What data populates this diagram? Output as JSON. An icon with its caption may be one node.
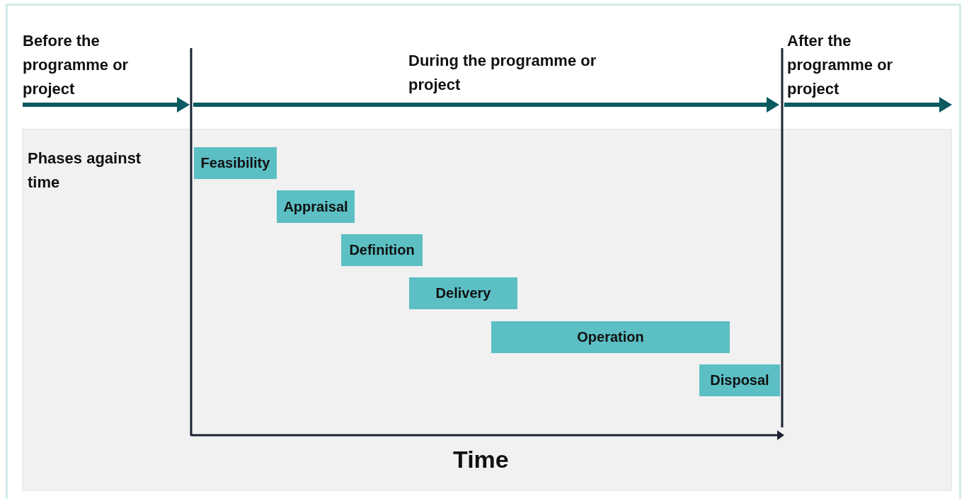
{
  "diagram": {
    "nodes": [
      {
        "text": [
          "Phases against time"
        ]
      },
      {
        "text": [
          "Feasibility"
        ],
        "in": 0
      },
      {
        "text": [
          "Appraisal"
        ],
        "in": 0
      },
      {
        "text": [
          "Definition"
        ],
        "in": 0
      },
      {
        "text": [
          "Delivery"
        ],
        "in": 0
      },
      {
        "text": [
          "Operation"
        ],
        "in": 0
      },
      {
        "text": [
          "Disposal"
        ],
        "in": 0
      }
    ],
    "labels": [
      "Before the programme or project",
      "During the programme or project",
      "After the programme or project",
      "Time"
    ]
  }
}
